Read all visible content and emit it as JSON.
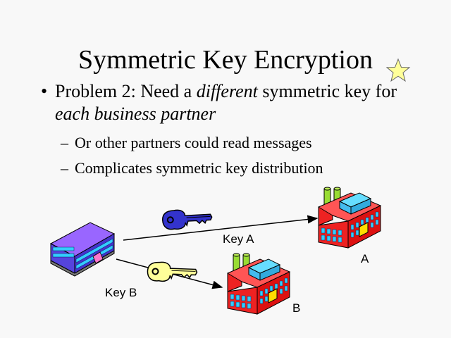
{
  "slide": {
    "title": "Symmetric Key Encryption",
    "bullet_marker": "•",
    "bullet": {
      "part1": "Problem 2: Need a ",
      "part2_italic": "different",
      "part3": " symmetric key for ",
      "part4_italic": "each business partner"
    },
    "sub_marker": "–",
    "sub_bullets": [
      "Or other partners could read messages",
      "Complicates symmetric key distribution"
    ]
  },
  "diagram": {
    "sender": "company-building",
    "keys": [
      {
        "label": "Key A",
        "color": "#3333cc",
        "target": "A"
      },
      {
        "label": "Key B",
        "color": "#ffff99",
        "target": "B"
      }
    ],
    "partners": [
      {
        "label": "A"
      },
      {
        "label": "B"
      }
    ]
  },
  "colors": {
    "background": "#f8f8f8",
    "star": "#ffff99",
    "sender_roof": "#9966ff",
    "factory_wall": "#ff3333",
    "window": "#33ccff",
    "chimney": "#99dd33"
  }
}
